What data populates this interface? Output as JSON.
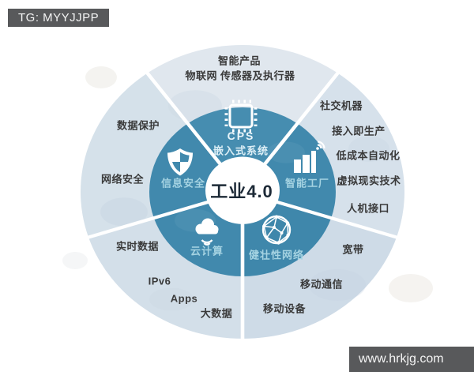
{
  "banners": {
    "top_left": {
      "text": "TG: MYYJJPP"
    },
    "bottom_right": {
      "text": "www.hrkjg.com"
    }
  },
  "diagram": {
    "center_title": "工业4.0",
    "wedges": {
      "cps": {
        "icon": "chip-icon",
        "line1": "CPS",
        "line2": "嵌入式系统"
      },
      "smart_factory": {
        "icon": "factory-icon",
        "label": "智能工厂"
      },
      "robust_network": {
        "icon": "network-globe-icon",
        "label": "健壮性网络"
      },
      "cloud_computing": {
        "icon": "cloud-icon",
        "label": "云计算"
      },
      "info_security": {
        "icon": "shield-icon",
        "label": "信息安全"
      }
    },
    "outer_labels": [
      {
        "id": "smart-products",
        "text": "智能产品"
      },
      {
        "id": "iot-sensors-actuators",
        "text": "物联网 传感器及执行器"
      },
      {
        "id": "social-machines",
        "text": "社交机器"
      },
      {
        "id": "plug-and-produce",
        "text": "接入即生产"
      },
      {
        "id": "low-cost-automation",
        "text": "低成本自动化"
      },
      {
        "id": "virtual-reality-tech",
        "text": "虚拟现实技术"
      },
      {
        "id": "human-machine-interface",
        "text": "人机接口"
      },
      {
        "id": "broadband",
        "text": "宽带"
      },
      {
        "id": "mobile-communication",
        "text": "移动通信"
      },
      {
        "id": "mobile-devices",
        "text": "移动设备"
      },
      {
        "id": "big-data",
        "text": "大数据"
      },
      {
        "id": "apps",
        "text": "Apps"
      },
      {
        "id": "ipv6",
        "text": "IPv6"
      },
      {
        "id": "realtime-data",
        "text": "实时数据"
      },
      {
        "id": "network-security",
        "text": "网络安全"
      },
      {
        "id": "data-protection",
        "text": "数据保护"
      }
    ],
    "colors": {
      "inner_wedge_teal": "#4189ad",
      "ring_top": "#e0e7ee",
      "ring_upper_right": "#d6e1eb",
      "ring_lower_right": "#cedbe7",
      "ring_lower_left": "#d3dfe9",
      "ring_left": "#d5e1ea",
      "outer_label_text": "#3a3a3a",
      "wedge_label_text": "#a5d3e2",
      "center_title_text": "#1c2936",
      "banner_bg": "#58595b"
    }
  }
}
